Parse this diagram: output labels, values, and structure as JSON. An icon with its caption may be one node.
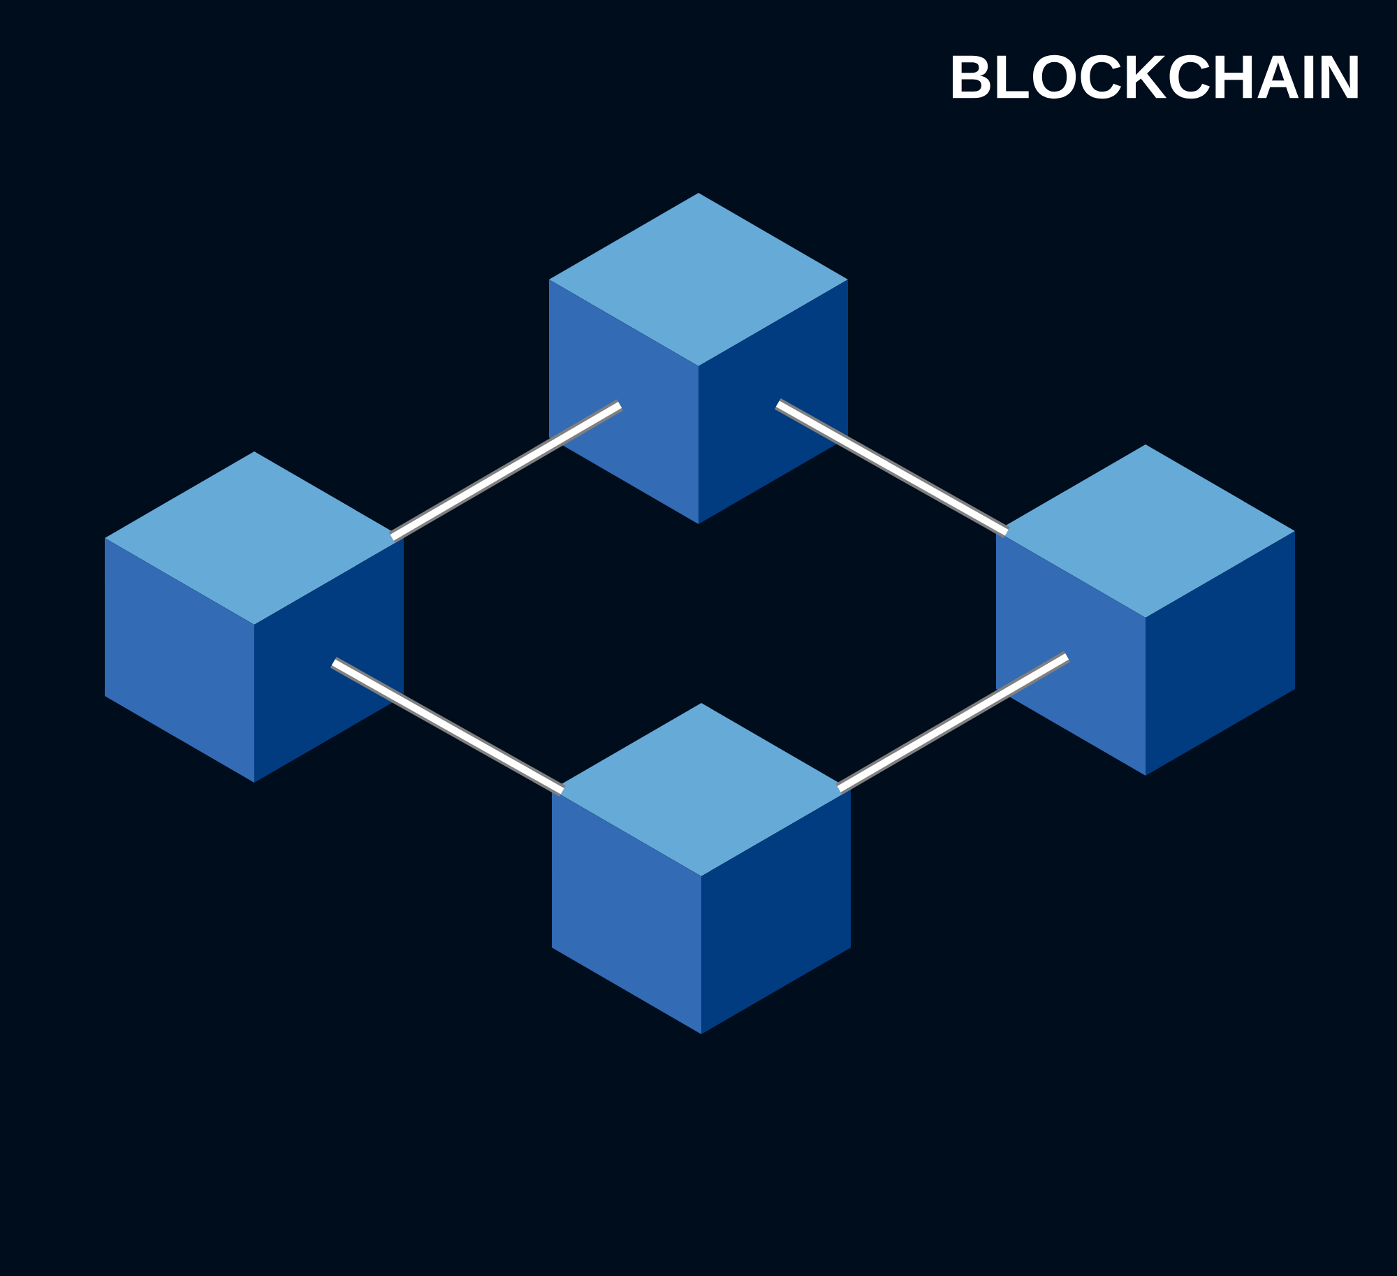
{
  "diagram": {
    "title": "BLOCKCHAIN",
    "nodes": [
      {
        "text": [],
        "shape": "cube"
      },
      {
        "text": [],
        "shape": "cube"
      },
      {
        "text": [],
        "shape": "cube"
      },
      {
        "text": [],
        "shape": "cube"
      }
    ],
    "edges": [
      {
        "from": 0,
        "to": 1,
        "arrow": "none"
      },
      {
        "from": 0,
        "to": 2,
        "arrow": "none"
      },
      {
        "from": 1,
        "to": 3,
        "arrow": "none"
      },
      {
        "from": 3,
        "to": 2,
        "arrow": "none"
      }
    ]
  }
}
